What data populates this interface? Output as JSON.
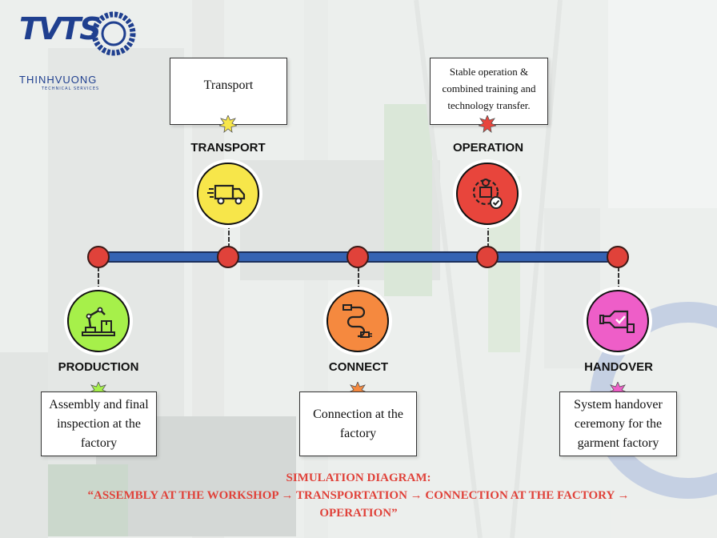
{
  "logo": {
    "mark": "TVTS",
    "brand": "THINHVUONG",
    "subtitle": "TECHNICAL SERVICES"
  },
  "stages": {
    "production": {
      "title": "PRODUCTION",
      "description": "Assembly and final inspection at the factory",
      "color": "#a6f04a"
    },
    "transport": {
      "title": "TRANSPORT",
      "description": "Transport",
      "color": "#f7e64a"
    },
    "connect": {
      "title": "CONNECT",
      "description": "Connection at the factory",
      "color": "#f5893f"
    },
    "operation": {
      "title": "OPERATION",
      "description": "Stable operation & combined training and technology transfer.",
      "color": "#e8453c"
    },
    "handover": {
      "title": "HANDOVER",
      "description": "System handover ceremony for the garment factory",
      "color": "#ee5ec8"
    }
  },
  "caption": {
    "line1": "SIMULATION DIAGRAM:",
    "line2": "“ASSEMBLY AT THE WORKSHOP → TRANSPORTATION → CONNECTION AT THE FACTORY → OPERATION”"
  },
  "colors": {
    "timeline": "#3563b3",
    "node": "#e0423a",
    "caption": "#e0423a",
    "brand": "#1f3f8f"
  }
}
